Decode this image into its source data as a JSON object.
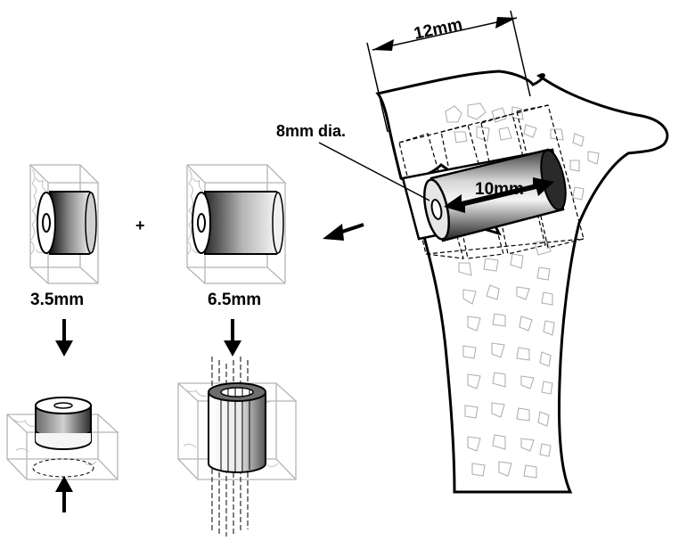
{
  "labels": {
    "width_12mm": "12mm",
    "diameter_8mm": "8mm dia.",
    "length_10mm": "10mm",
    "segment_small": "3.5mm",
    "segment_large": "6.5mm",
    "plus_sign": "+"
  },
  "colors": {
    "outline": "#000000",
    "box_edge": "#b5b5b5",
    "trabecular": "#b0b0b0",
    "cylinder_dark": "#1a1a1a",
    "cylinder_light": "#f2f2f2"
  }
}
